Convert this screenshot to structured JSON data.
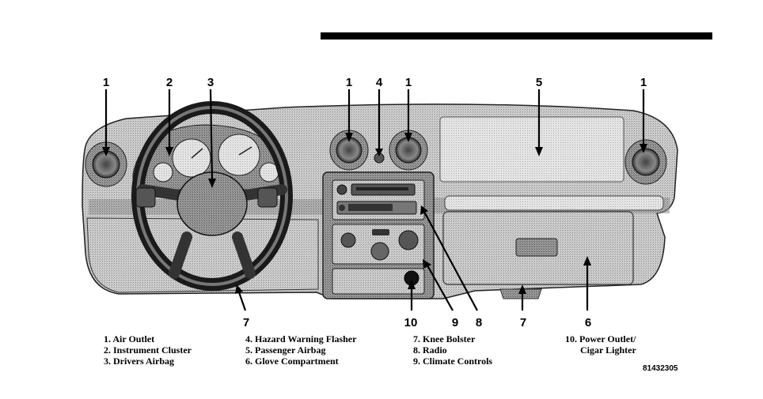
{
  "callouts": {
    "c1a": "1",
    "c2": "2",
    "c3": "3",
    "c1b": "1",
    "c4": "4",
    "c1c": "1",
    "c5": "5",
    "c1d": "1",
    "c7a": "7",
    "c10": "10",
    "c9": "9",
    "c8": "8",
    "c7b": "7",
    "c6": "6"
  },
  "legend": {
    "col1": [
      "1. Air Outlet",
      "2. Instrument Cluster",
      "3. Drivers Airbag"
    ],
    "col2": [
      "4. Hazard Warning Flasher",
      "5. Passenger Airbag",
      "6. Glove Compartment"
    ],
    "col3": [
      "7. Knee Bolster",
      "8. Radio",
      "9. Climate Controls"
    ],
    "col4": [
      "10. Power Outlet/",
      "Cigar Lighter"
    ]
  },
  "figure_id": "81432305",
  "colors": {
    "panel": "#c8c8c8",
    "panel_dark": "#8a8a8a",
    "line": "#000000"
  }
}
